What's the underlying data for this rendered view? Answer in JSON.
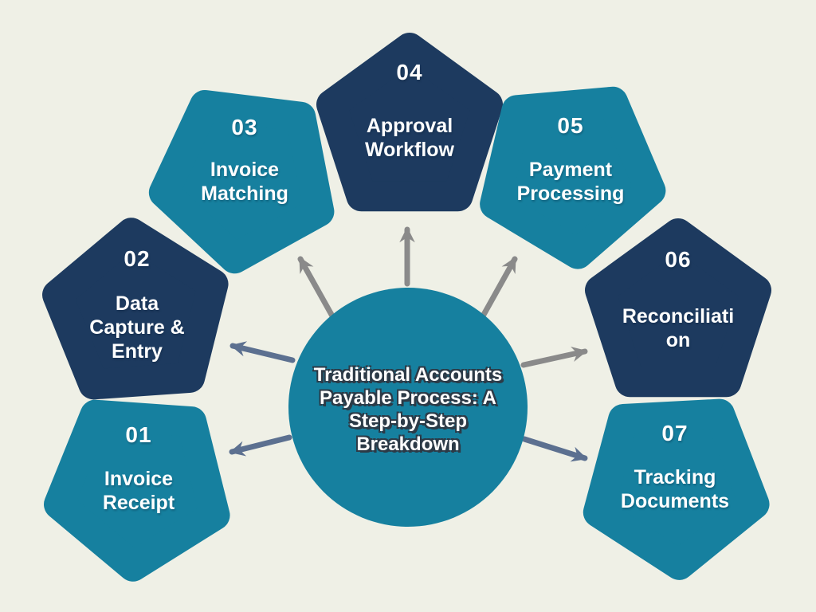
{
  "title": "Traditional Accounts\nPayable Process: A\nStep-by-Step\nBreakdown",
  "colors": {
    "background": "#eff0e6",
    "teal": "#16809f",
    "navy": "#1d3a5f",
    "arrow_gray": "#8a8a8a",
    "arrow_slate": "#5c7090",
    "label_text": "#ffffff",
    "title_outline": "#2c3a47"
  },
  "steps": [
    {
      "number": "01",
      "label": "Invoice\nReceipt",
      "color": "#16809f"
    },
    {
      "number": "02",
      "label": "Data\nCapture &\nEntry",
      "color": "#1d3a5f"
    },
    {
      "number": "03",
      "label": "Invoice\nMatching",
      "color": "#16809f"
    },
    {
      "number": "04",
      "label": "Approval\nWorkflow",
      "color": "#1d3a5f"
    },
    {
      "number": "05",
      "label": "Payment\nProcessing",
      "color": "#16809f"
    },
    {
      "number": "06",
      "label": "Reconciliati\non",
      "color": "#1d3a5f"
    },
    {
      "number": "07",
      "label": "Tracking\nDocuments",
      "color": "#16809f"
    }
  ]
}
